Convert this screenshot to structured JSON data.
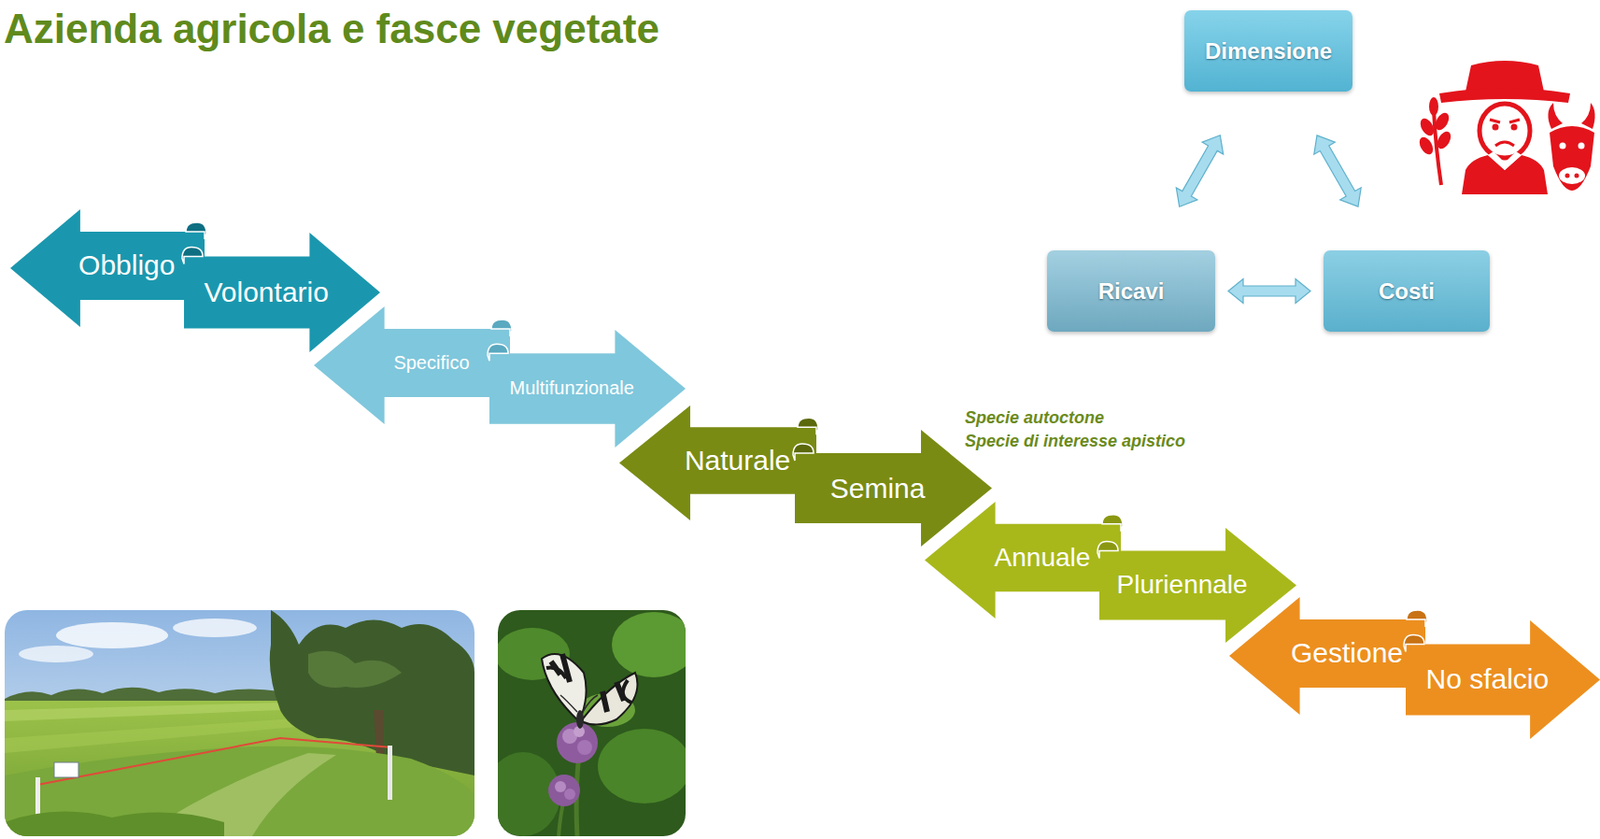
{
  "diagram": {
    "title": "Azienda agricola e fasce vegetate",
    "nodes": [
      {
        "text": [
          "Obbligo"
        ]
      },
      {
        "text": [
          "Volontario"
        ]
      },
      {
        "text": [
          "Specifico"
        ]
      },
      {
        "text": [
          "Multifunzionale"
        ]
      },
      {
        "text": [
          "Naturale"
        ]
      },
      {
        "text": [
          "Semina"
        ]
      },
      {
        "text": [
          "Annuale"
        ]
      },
      {
        "text": [
          "Pluriennale"
        ]
      },
      {
        "text": [
          "Gestione"
        ]
      },
      {
        "text": [
          "No sfalcio"
        ]
      },
      {
        "text": [
          "Dimensione"
        ]
      },
      {
        "text": [
          "Ricavi"
        ]
      },
      {
        "text": [
          "Costi"
        ]
      }
    ],
    "edges": [
      {
        "from": 10,
        "to": 11,
        "arrow": "both"
      },
      {
        "from": 10,
        "to": 12,
        "arrow": "both"
      },
      {
        "from": 11,
        "to": 12,
        "arrow": "both"
      }
    ],
    "labels": [
      "Specie autoctone",
      "Specie di interesse apistico"
    ]
  }
}
